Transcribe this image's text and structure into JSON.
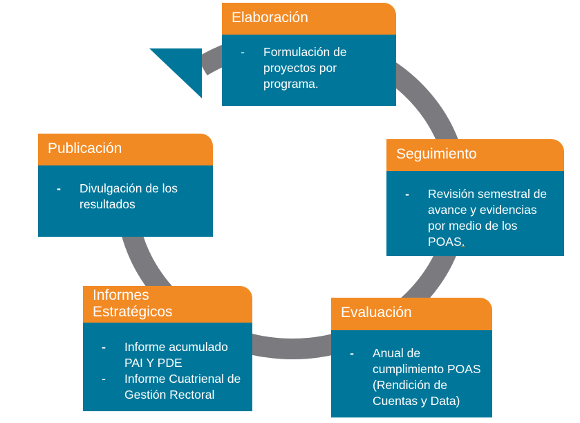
{
  "colors": {
    "header": "#f28a24",
    "body": "#00779a",
    "ring": "#7b7b7f",
    "arrow": "#00779a"
  },
  "stages": [
    {
      "title": "Elaboración",
      "bullets": [
        {
          "marker": "-",
          "text": "Formulación de proyectos por programa."
        }
      ]
    },
    {
      "title": "Seguimiento",
      "bullets": [
        {
          "marker": "-",
          "text": "Revisión semestral de avance y evidencias por medio de los POAS",
          "suffix": "."
        }
      ]
    },
    {
      "title": "Evaluación",
      "bullets": [
        {
          "marker": "-",
          "text": "Anual de cumplimiento POAS (Rendición de Cuentas y Data)"
        }
      ]
    },
    {
      "title": "Informes Estratégicos",
      "bullets": [
        {
          "marker": "-",
          "text": "Informe acumulado PAI Y PDE"
        },
        {
          "marker": "-",
          "text": "Informe Cuatrienal de Gestión Rectoral"
        }
      ]
    },
    {
      "title": "Publicación",
      "bullets": [
        {
          "marker": "-",
          "text": "Divulgación de los resultados"
        }
      ]
    }
  ]
}
